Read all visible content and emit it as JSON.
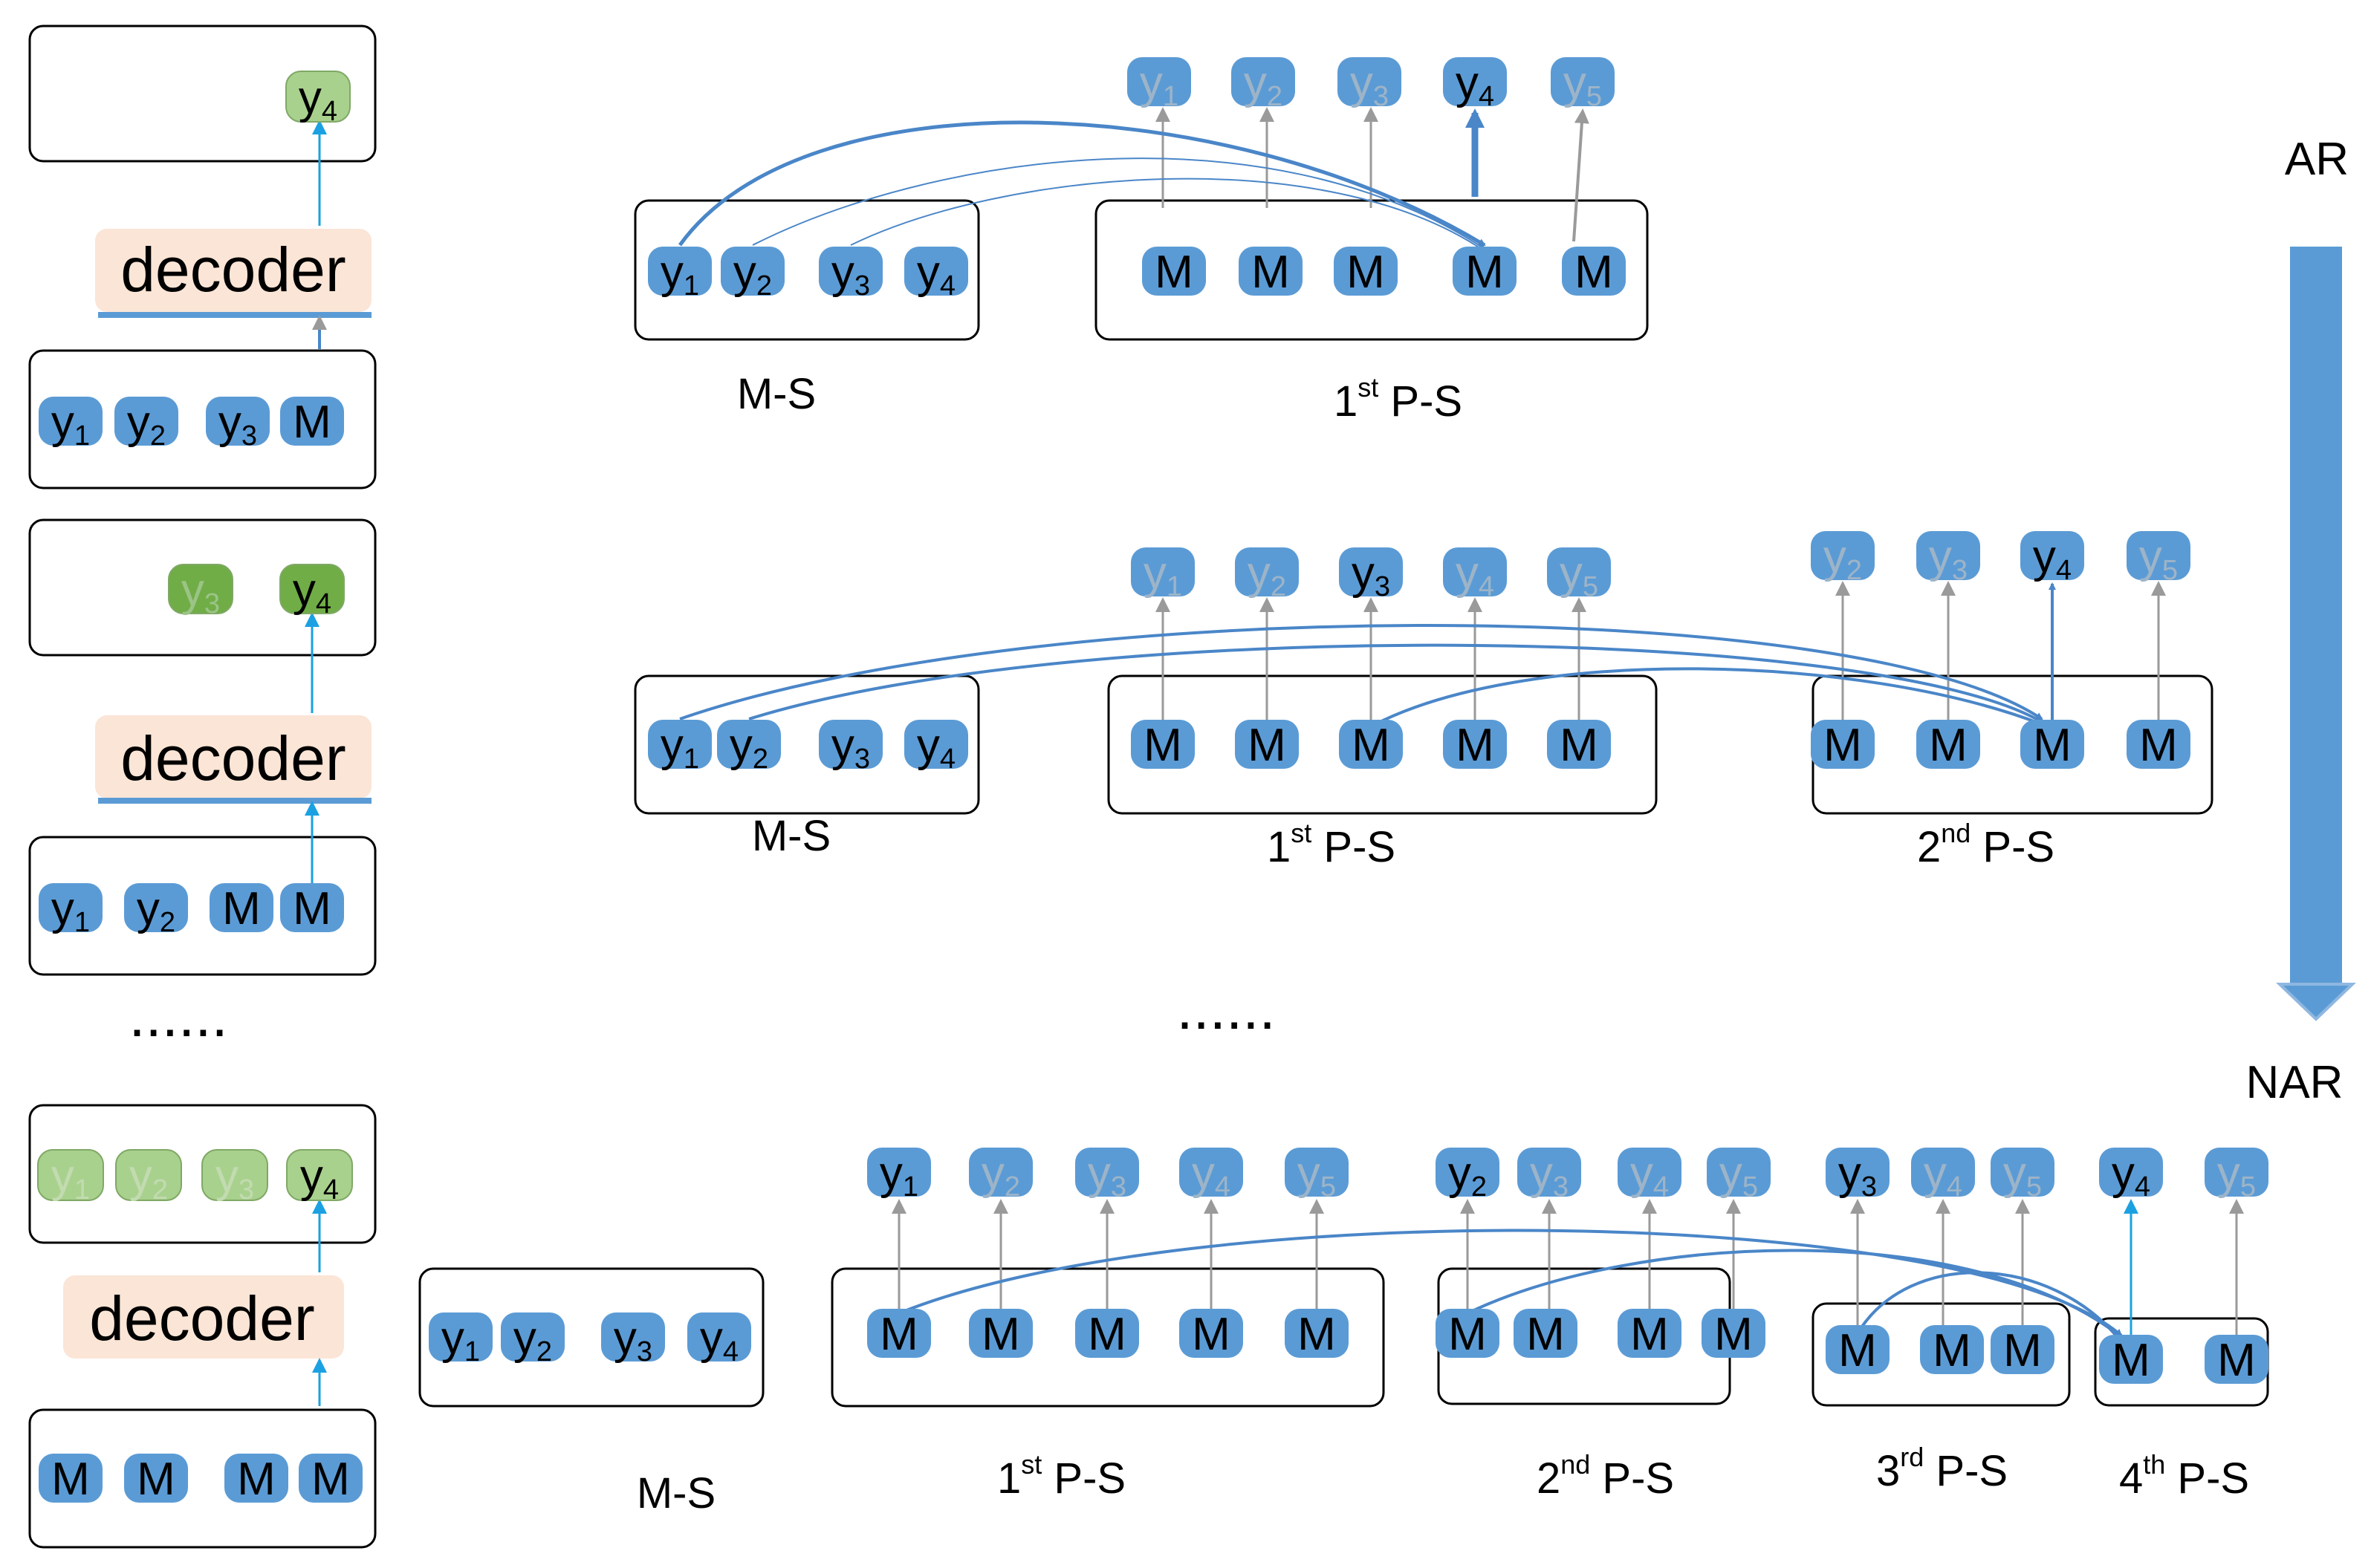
{
  "legend": {
    "ar": "AR",
    "nar": "NAR"
  },
  "decoder_label": "decoder",
  "ellipsis": "......",
  "tokens": {
    "y1": {
      "base": "y",
      "sub": "1"
    },
    "y2": {
      "base": "y",
      "sub": "2"
    },
    "y3": {
      "base": "y",
      "sub": "3"
    },
    "y4": {
      "base": "y",
      "sub": "4"
    },
    "y5": {
      "base": "y",
      "sub": "5"
    },
    "M": {
      "base": "M",
      "sub": ""
    }
  },
  "segment_labels": {
    "ms": "M-S",
    "ps1": {
      "num": "1",
      "sup": "st",
      "rest": " P-S"
    },
    "ps2": {
      "num": "2",
      "sup": "nd",
      "rest": " P-S"
    },
    "ps3": {
      "num": "3",
      "sup": "rd",
      "rest": " P-S"
    },
    "ps4": {
      "num": "4",
      "sup": "th",
      "rest": " P-S"
    }
  },
  "colors": {
    "token_blue": "#5b9bd5",
    "token_faded_text": "#9db4c8",
    "green_light": "#a9d18e",
    "green_dark": "#70ad47",
    "decoder_fill": "#fbe5d6",
    "arrow_blue": "#4a86c8",
    "arrow_cyan": "#1ba1e2",
    "arrow_gray": "#9a9a9a"
  }
}
